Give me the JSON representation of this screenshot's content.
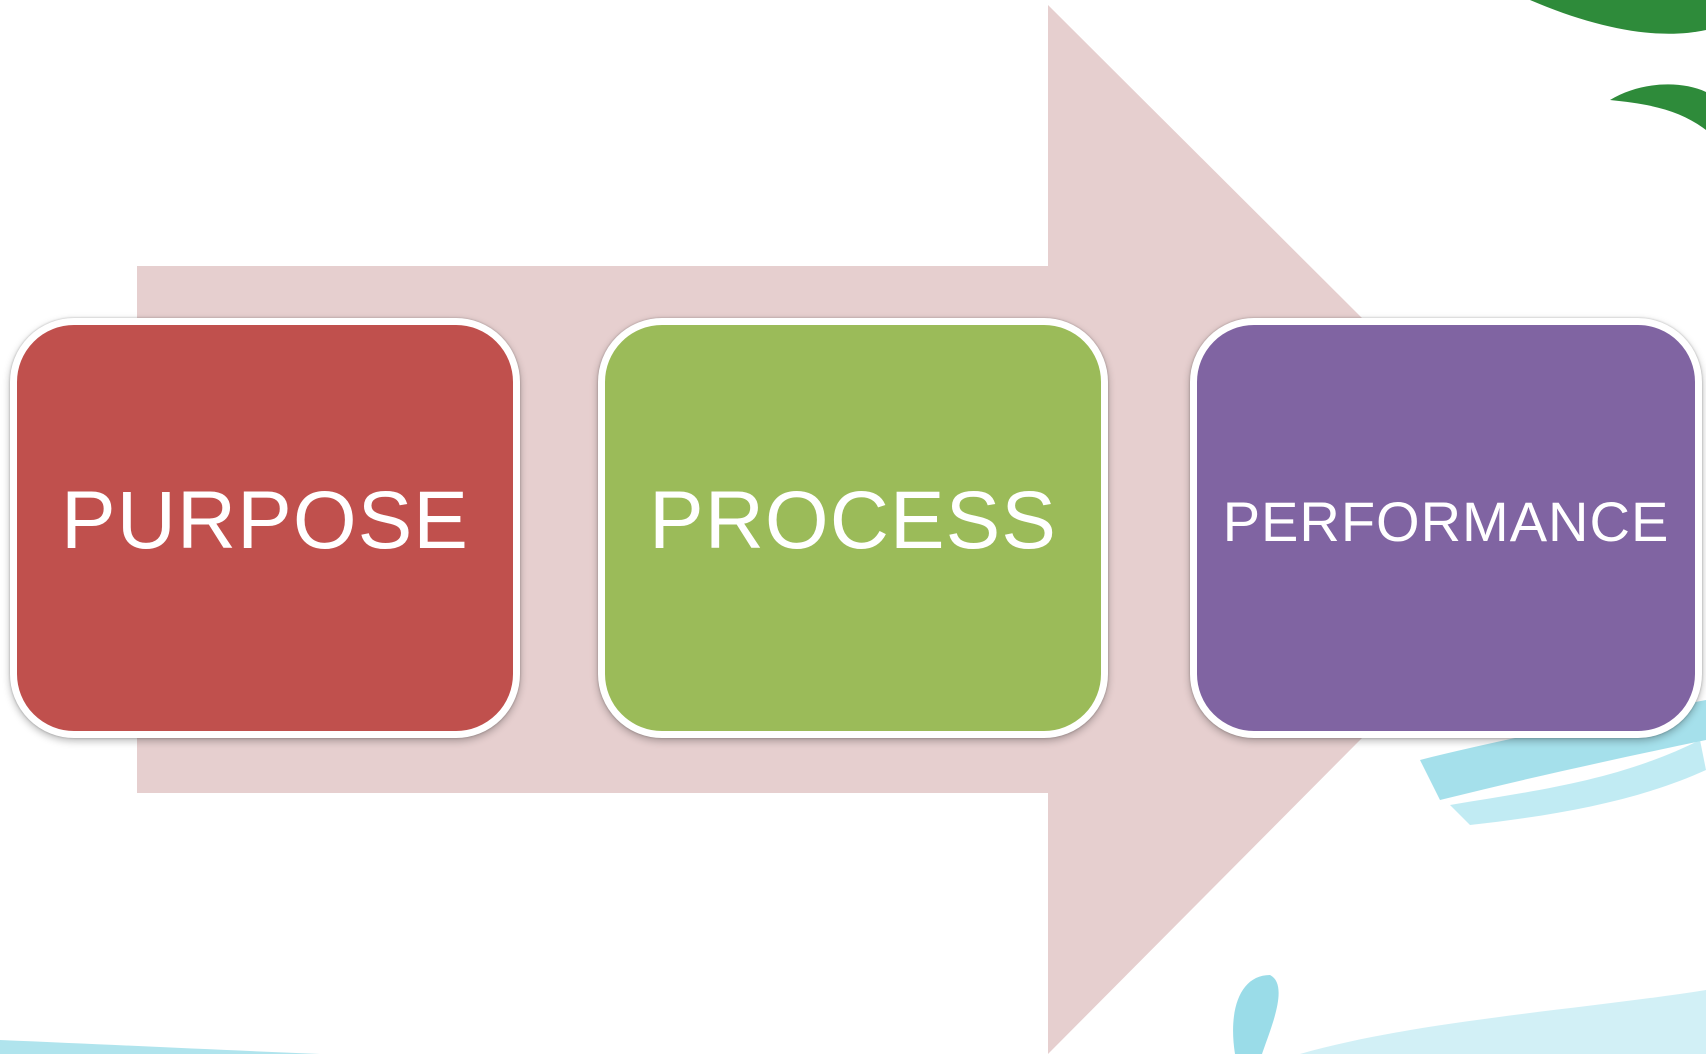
{
  "diagram": {
    "stages": [
      {
        "label": "PURPOSE",
        "color": "#c0504d"
      },
      {
        "label": "PROCESS",
        "color": "#9bbb59"
      },
      {
        "label": "PERFORMANCE",
        "color": "#8064a2"
      }
    ],
    "arrow_color": "#e6cfcf",
    "background_swirl_colors": [
      "#2e8b3a",
      "#8fd8e6"
    ]
  }
}
